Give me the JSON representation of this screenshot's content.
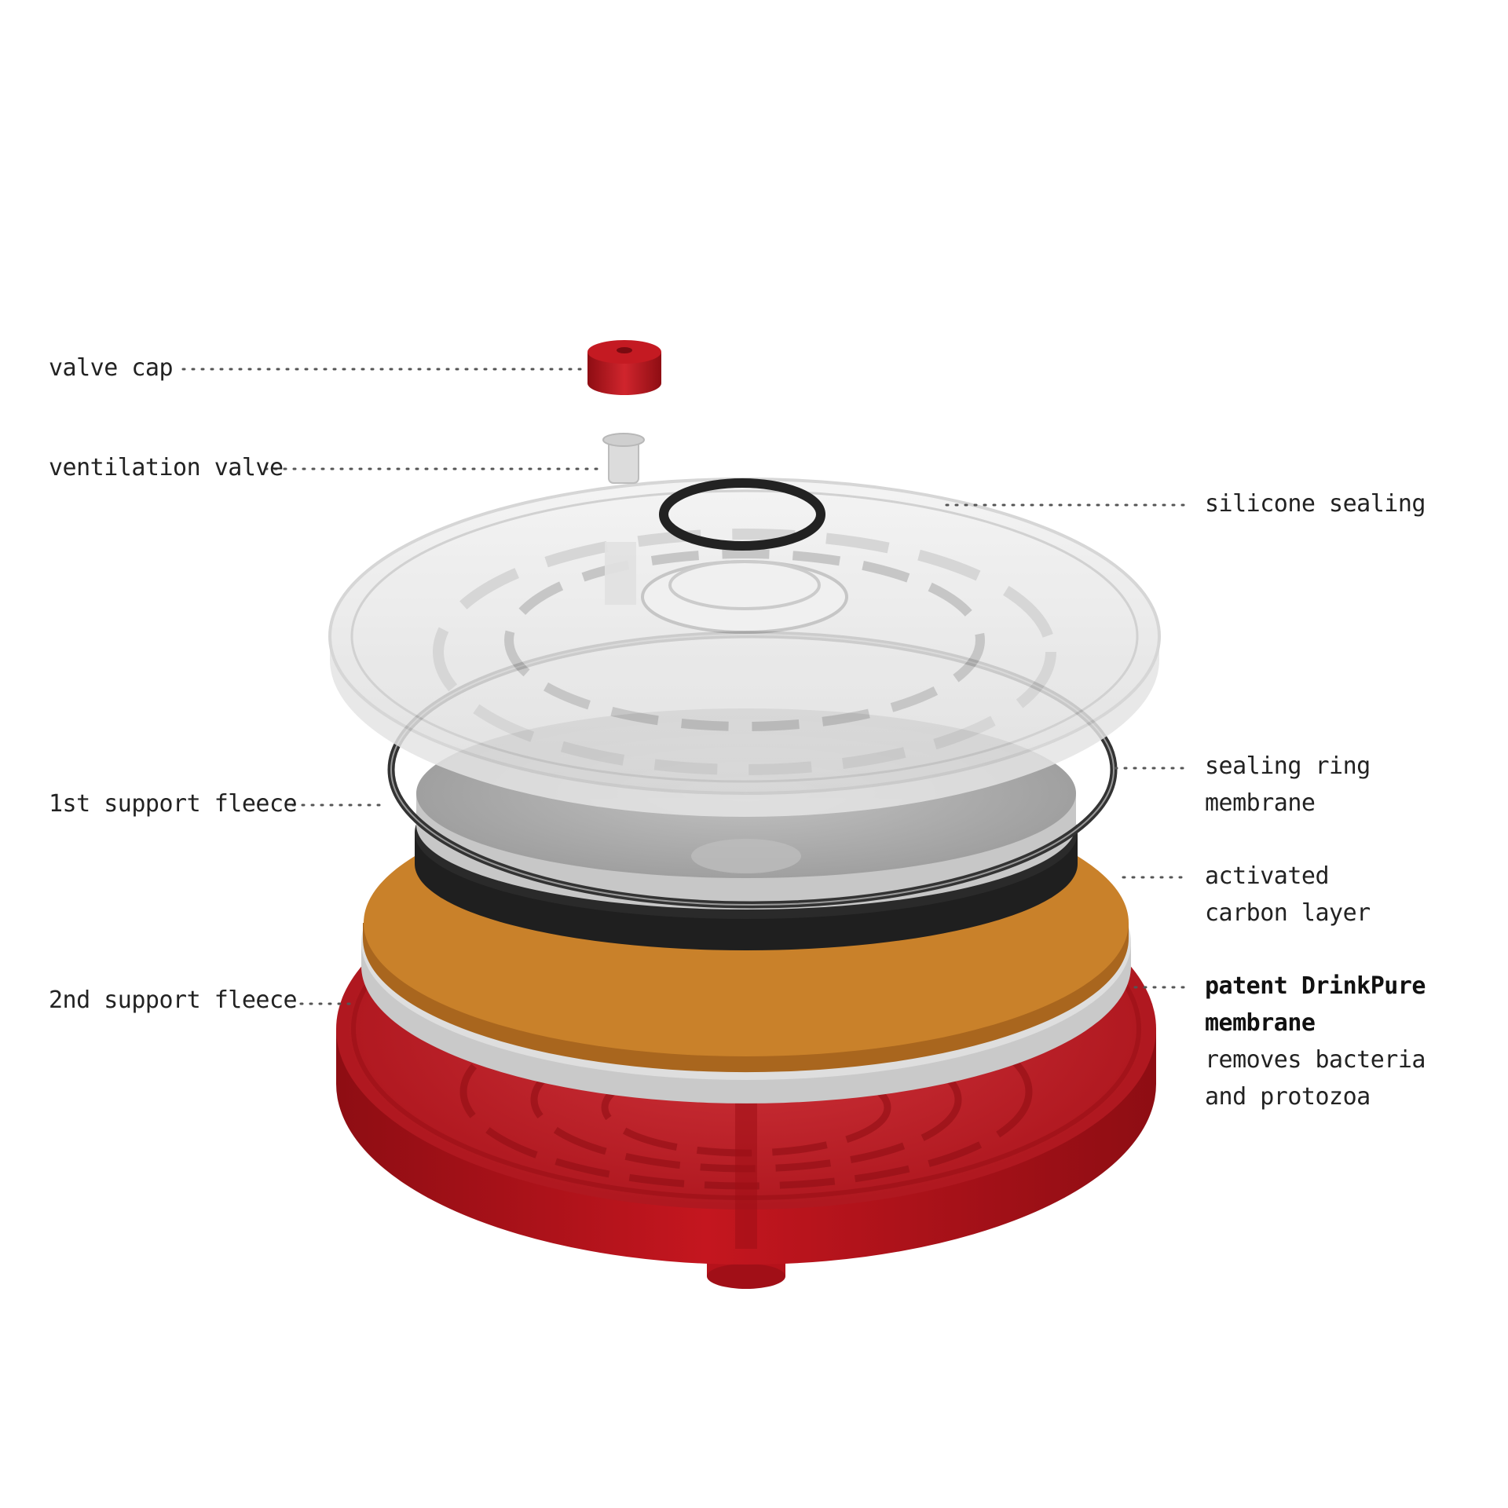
{
  "labels": {
    "valve_cap": "valve cap",
    "ventilation_valve": "ventilation valve",
    "silicone_sealing": "silicone sealing",
    "sealing_ring_membrane": [
      "sealing ring",
      "membrane"
    ],
    "first_support_fleece": "1st support fleece",
    "activated_carbon_layer": [
      "activated",
      "carbon layer"
    ],
    "second_support_fleece": "2nd support fleece",
    "drinkpure_membrane": {
      "bold_lines": [
        "patent DrinkPure",
        "membrane"
      ],
      "lines": [
        "removes bacteria",
        "and protozoa"
      ]
    }
  },
  "colors": {
    "red_part": "#b5121b",
    "red_dark": "#8e0d13",
    "carbon_orange": "#c9812a",
    "fleece_gray": "#d9d9d9",
    "ring_black": "#222222",
    "membrane_gray": "#a8a8a8",
    "clear_lid": "#e6e6e6",
    "leader_line": "#555555"
  }
}
